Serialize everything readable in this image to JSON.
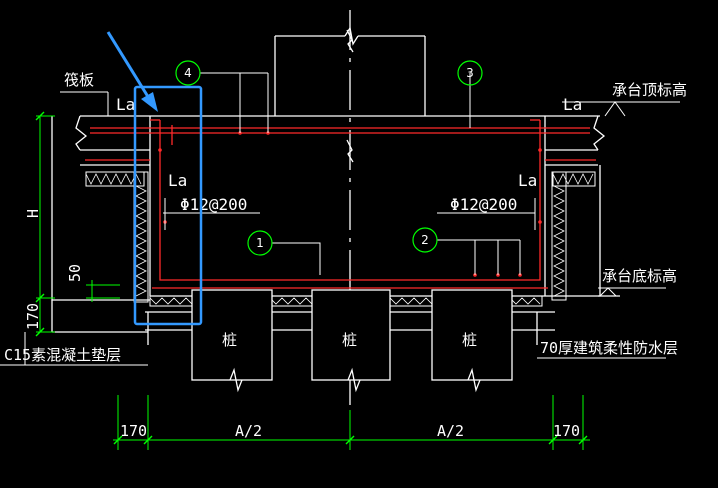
{
  "colors": {
    "background": "#000000",
    "linework": "#ffffff",
    "rebar": "#ff2a2a",
    "callout": "#00ff00",
    "dimension": "#00ff00",
    "highlight": "#3399ff"
  },
  "labels": {
    "raft": "筏板",
    "cap_top_elev": "承台顶标高",
    "cap_bottom_elev": "承台底标高",
    "cushion": "C15素混凝土垫层",
    "waterproof": "70厚建筑柔性防水层",
    "pile": "桩",
    "la": "La",
    "rebar_spec": "Φ12@200",
    "height": "H"
  },
  "callouts": [
    "1",
    "2",
    "3",
    "4"
  ],
  "dimensions": {
    "left_vertical": [
      "50",
      "170"
    ],
    "bottom": [
      "170",
      "A/2",
      "A/2",
      "170"
    ]
  },
  "icons": {
    "highlight_arrow": "arrow-icon"
  }
}
